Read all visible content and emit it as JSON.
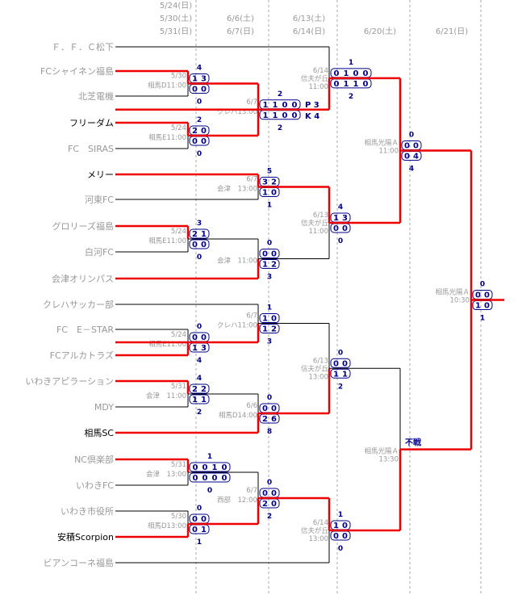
{
  "headers": [
    [
      "5/24(日)",
      "5/30(土)",
      "5/31(日)"
    ],
    [
      "6/6(土)",
      "6/7(日)"
    ],
    [
      "6/13(土)",
      "6/14(日)"
    ],
    [
      "6/20(土)"
    ],
    [
      "6/21(日)"
    ]
  ],
  "teams": [
    {
      "name": "Ｆ．Ｆ．Ｃ松下",
      "winner": false
    },
    {
      "name": "FCシャイネン福島",
      "winner": false
    },
    {
      "name": "北芝電機",
      "winner": false
    },
    {
      "name": "フリーダム",
      "winner": true
    },
    {
      "name": "FC　SIRAS",
      "winner": false
    },
    {
      "name": "メリー",
      "winner": true
    },
    {
      "name": "河東FC",
      "winner": false
    },
    {
      "name": "グロリーズ福島",
      "winner": false
    },
    {
      "name": "白河FC",
      "winner": false
    },
    {
      "name": "会津オリンパス",
      "winner": false
    },
    {
      "name": "クレハサッカー部",
      "winner": false
    },
    {
      "name": "FC　E－STAR",
      "winner": false
    },
    {
      "name": "FCアルカトラズ",
      "winner": false
    },
    {
      "name": "いわきアピラーション",
      "winner": false
    },
    {
      "name": "MDY",
      "winner": false
    },
    {
      "name": "相馬SC",
      "winner": true
    },
    {
      "name": "NC倶楽部",
      "winner": false
    },
    {
      "name": "いわきFC",
      "winner": false
    },
    {
      "name": "いわき市役所",
      "winner": false
    },
    {
      "name": "安積Scorpion",
      "winner": true
    },
    {
      "name": "ビアンコーネ福島",
      "winner": false
    }
  ],
  "matches": [
    {
      "id": "m1",
      "date": "5/30",
      "venue": "相馬D11:00",
      "top_total": "4",
      "top": [
        "1",
        "3"
      ],
      "bottom": [
        "0",
        "0"
      ],
      "bottom_total": "0"
    },
    {
      "id": "m2",
      "date": "5/24",
      "venue": "相馬E11:00",
      "top_total": "2",
      "top": [
        "2",
        "0"
      ],
      "bottom": [
        "0",
        "0"
      ],
      "bottom_total": "0"
    },
    {
      "id": "m3",
      "date": "5/24",
      "venue": "相馬E11:00",
      "top_total": "3",
      "top": [
        "2",
        "1"
      ],
      "bottom": [
        "0",
        "0"
      ],
      "bottom_total": "0"
    },
    {
      "id": "m4",
      "date": "5/24",
      "venue": "相馬E11:00",
      "top_total": "0",
      "top": [
        "0",
        "0"
      ],
      "bottom": [
        "1",
        "3"
      ],
      "bottom_total": "4"
    },
    {
      "id": "m5",
      "date": "5/31",
      "venue": "会津　11:00",
      "top_total": "4",
      "top": [
        "2",
        "2"
      ],
      "bottom": [
        "1",
        "1"
      ],
      "bottom_total": "2"
    },
    {
      "id": "m6",
      "date": "5/31",
      "venue": "会津　13:00",
      "top_total": "1",
      "top": [
        "0",
        "0",
        "1",
        "0"
      ],
      "bottom": [
        "0",
        "0",
        "0",
        "0"
      ],
      "bottom_total": "0"
    },
    {
      "id": "m7",
      "date": "5/30",
      "venue": "相馬D13:00",
      "top_total": "0",
      "top": [
        "0",
        "0"
      ],
      "bottom": [
        "0",
        "1"
      ],
      "bottom_total": "1"
    },
    {
      "id": "m8",
      "date": "6/7",
      "venue": "クレハ13:00",
      "top_total": "2",
      "top": [
        "1",
        "1",
        "0",
        "0"
      ],
      "bottom": [
        "1",
        "1",
        "0",
        "0"
      ],
      "bottom_total": "2",
      "pk_top": "P 3",
      "pk_bottom": "K 4"
    },
    {
      "id": "m9",
      "date": "6/7",
      "venue": "会津　13:00",
      "top_total": "5",
      "top": [
        "3",
        "2"
      ],
      "bottom": [
        "1",
        "0"
      ],
      "bottom_total": "1"
    },
    {
      "id": "m10",
      "date": "",
      "venue": "会津　11:00",
      "top_total": "0",
      "top": [
        "0",
        "0"
      ],
      "bottom": [
        "1",
        "2"
      ],
      "bottom_total": "3"
    },
    {
      "id": "m11",
      "date": "6/7",
      "venue": "クレハ11:00",
      "top_total": "1",
      "top": [
        "1",
        "0"
      ],
      "bottom": [
        "1",
        "2"
      ],
      "bottom_total": "3"
    },
    {
      "id": "m12",
      "date": "6/6",
      "venue": "相馬D14:00",
      "top_total": "0",
      "top": [
        "0",
        "0"
      ],
      "bottom": [
        "2",
        "6"
      ],
      "bottom_total": "8"
    },
    {
      "id": "m13",
      "date": "6/7",
      "venue": "西部　12:00",
      "top_total": "0",
      "top": [
        "0",
        "0"
      ],
      "bottom": [
        "2",
        "0"
      ],
      "bottom_total": "2"
    },
    {
      "id": "m14",
      "date": "6/14",
      "venue": "信夫が丘",
      "venue2": "11:00",
      "top_total": "1",
      "top": [
        "0",
        "1",
        "0",
        "0"
      ],
      "bottom": [
        "0",
        "1",
        "1",
        "0"
      ],
      "bottom_total": "2"
    },
    {
      "id": "m15",
      "date": "6/13",
      "venue": "信夫が丘",
      "venue2": "11:00",
      "top_total": "4",
      "top": [
        "1",
        "3"
      ],
      "bottom": [
        "0",
        "0"
      ],
      "bottom_total": "0"
    },
    {
      "id": "m16",
      "date": "6/13",
      "venue": "信夫が丘",
      "venue2": "13:00",
      "top_total": "0",
      "top": [
        "0",
        "0"
      ],
      "bottom": [
        "1",
        "1"
      ],
      "bottom_total": "2"
    },
    {
      "id": "m17",
      "date": "6/14",
      "venue": "信夫が丘",
      "venue2": "13:00",
      "top_total": "1",
      "top": [
        "1",
        "0"
      ],
      "bottom": [
        "0",
        "0"
      ],
      "bottom_total": "0"
    },
    {
      "id": "m18",
      "date": "",
      "venue": "相馬光陽Ａ",
      "venue2": "11:00",
      "top_total": "0",
      "top": [
        "0",
        "0"
      ],
      "bottom": [
        "0",
        "4"
      ],
      "bottom_total": "4"
    },
    {
      "id": "m19",
      "date": "",
      "venue": "相馬光陽Ａ",
      "venue2": "13:30",
      "forfeit": "不戦"
    },
    {
      "id": "m20",
      "date": "",
      "venue": "相馬光陽Ａ",
      "venue2": "10:30",
      "top_total": "0",
      "top": [
        "0",
        "0"
      ],
      "bottom": [
        "1",
        "0"
      ],
      "bottom_total": "1"
    }
  ]
}
